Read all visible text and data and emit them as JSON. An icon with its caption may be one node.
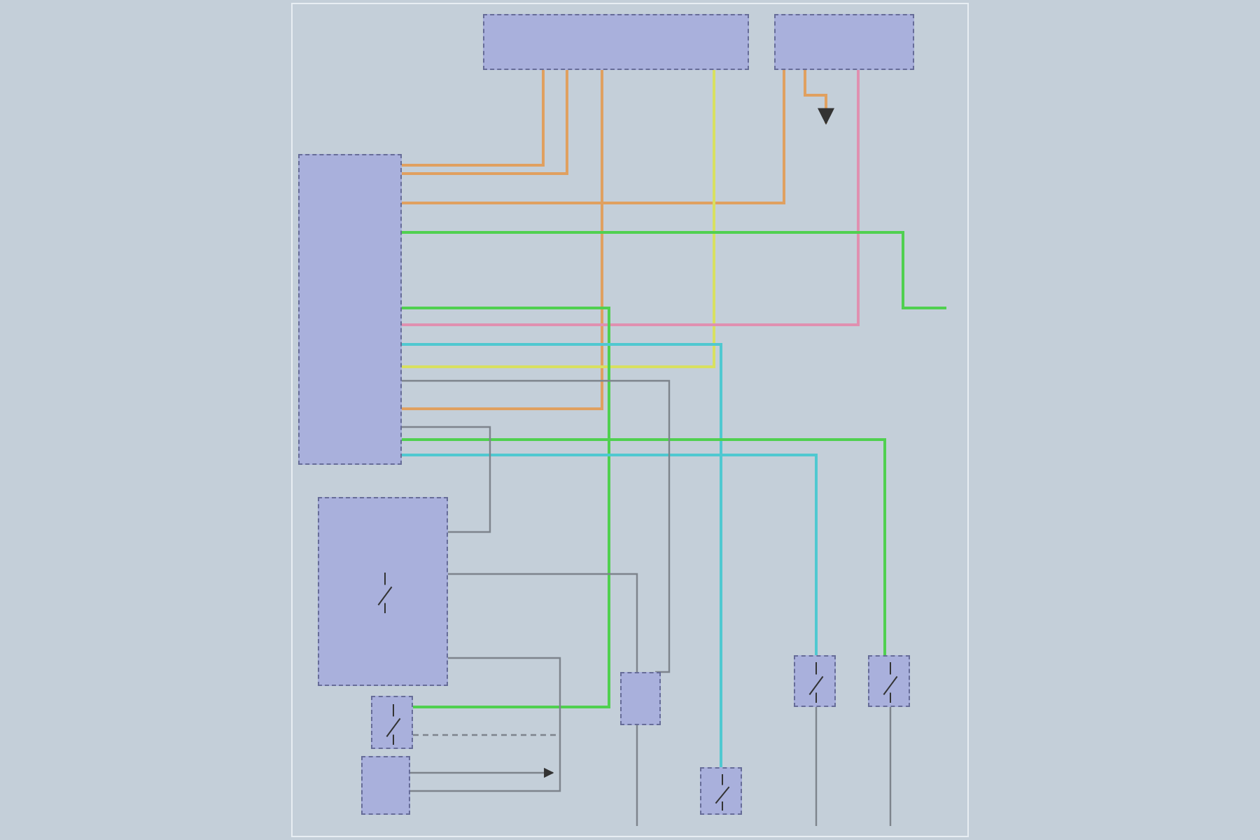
{
  "diagram": {
    "nodes": [
      {
        "text": [],
        "shape": "box"
      },
      {
        "text": [],
        "shape": "box"
      },
      {
        "text": [],
        "shape": "box"
      },
      {
        "text": [],
        "shape": "box"
      },
      {
        "text": [],
        "shape": "box"
      },
      {
        "text": [],
        "shape": "box"
      },
      {
        "text": [],
        "shape": "box"
      },
      {
        "text": [],
        "shape": "box"
      },
      {
        "text": [],
        "shape": "box"
      },
      {
        "text": [],
        "shape": "box"
      }
    ],
    "edges": [
      {
        "from": 0,
        "to": 2,
        "arrow": "none",
        "color": "#e0a060"
      },
      {
        "from": 0,
        "to": 2,
        "arrow": "none",
        "color": "#e0a060"
      },
      {
        "from": 0,
        "to": 2,
        "arrow": "none",
        "color": "#e0a060"
      },
      {
        "from": 1,
        "to": 2,
        "arrow": "none",
        "color": "#e0a060"
      },
      {
        "from": 0,
        "to": 2,
        "arrow": "none",
        "color": "#d8e060"
      },
      {
        "from": 1,
        "to": 2,
        "arrow": "none",
        "color": "#e090b0"
      },
      {
        "from": 2,
        "to": null,
        "arrow": "none",
        "color": "#50d050"
      },
      {
        "from": 2,
        "to": 4,
        "arrow": "none",
        "color": "#50d050"
      },
      {
        "from": 2,
        "to": 7,
        "arrow": "none",
        "color": "#50c8d0"
      },
      {
        "from": 2,
        "to": 9,
        "arrow": "none",
        "color": "#50d050"
      },
      {
        "from": 2,
        "to": 8,
        "arrow": "none",
        "color": "#50c8d0"
      },
      {
        "from": 2,
        "to": 6,
        "arrow": "none"
      },
      {
        "from": 2,
        "to": 3,
        "arrow": "none"
      },
      {
        "from": 3,
        "to": 6,
        "arrow": "none"
      },
      {
        "from": 1,
        "to": null,
        "arrow": "to",
        "color": "#e0a060"
      },
      {
        "from": 6,
        "to": null,
        "arrow": "none"
      },
      {
        "from": 8,
        "to": null,
        "arrow": "none"
      },
      {
        "from": 9,
        "to": null,
        "arrow": "none"
      },
      {
        "from": 4,
        "to": null,
        "arrow": "none",
        "style": "dashed"
      },
      {
        "from": 5,
        "to": null,
        "arrow": "to"
      },
      {
        "from": 3,
        "to": 5,
        "arrow": "none"
      }
    ]
  }
}
